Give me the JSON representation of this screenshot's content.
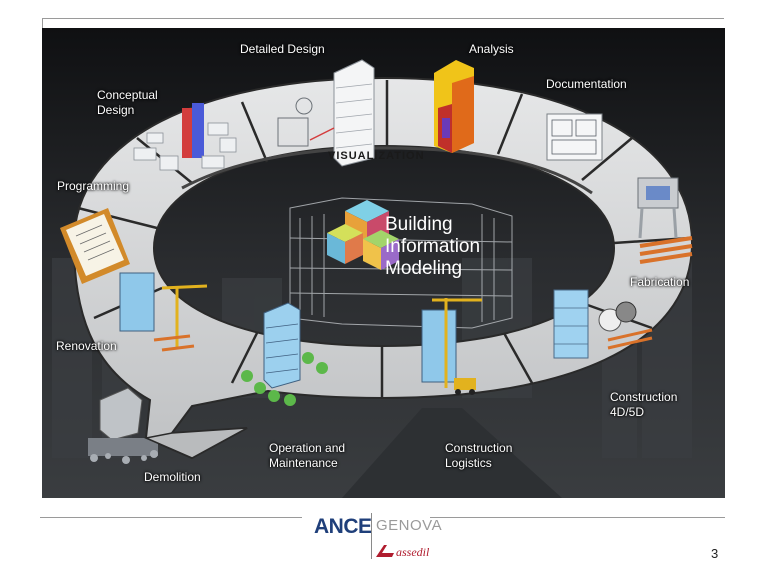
{
  "slide": {
    "page_number": "3",
    "colors": {
      "ring": "#d7d8d9",
      "arrow": "#cfd0d2",
      "background": "#1e1f21",
      "ance_blue": "#1f3f7a",
      "assedil_red": "#b01c2e"
    }
  },
  "diagram": {
    "center_title": [
      "Building",
      "Information",
      "Modeling"
    ],
    "ring_label": "VISUALIZATION",
    "stages": {
      "conceptual_design": "Conceptual\nDesign",
      "detailed_design": "Detailed Design",
      "analysis": "Analysis",
      "documentation": "Documentation",
      "fabrication": "Fabrication",
      "construction_4d5d": "Construction\n4D/5D",
      "construction_logistics": "Construction\nLogistics",
      "operation_maintenance": "Operation and\nMaintenance",
      "renovation": "Renovation",
      "demolition": "Demolition",
      "programming": "Programming"
    },
    "icons": [
      "building-cluster-icon",
      "tower-icon",
      "analysis-model-icon",
      "floorplan-icon",
      "fabrication-machine-icon",
      "crane-icon",
      "clipboard-icon",
      "trees-icon",
      "rubble-icon",
      "bim-cube-icon"
    ]
  },
  "footer": {
    "logo_ance": "ANCE",
    "logo_city": "GENOVA",
    "logo_sub": "assedil"
  }
}
